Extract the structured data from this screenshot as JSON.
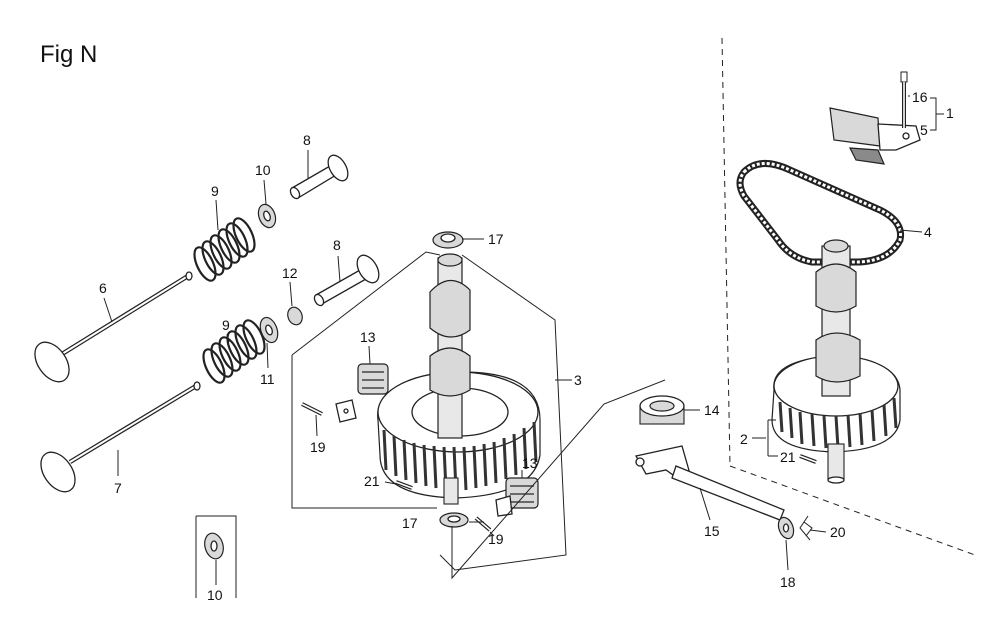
{
  "figure": {
    "title": "Fig N",
    "callouts": {
      "p1": "1",
      "p2": "2",
      "p3": "3",
      "p4": "4",
      "p5": "5",
      "p6": "6",
      "p7": "7",
      "p8a": "8",
      "p8b": "8",
      "p9a": "9",
      "p9b": "9",
      "p10a": "10",
      "p10b": "10",
      "p11": "11",
      "p12": "12",
      "p13a": "13",
      "p13b": "13",
      "p14": "14",
      "p15": "15",
      "p16": "16",
      "p17a": "17",
      "p17b": "17",
      "p18": "18",
      "p19a": "19",
      "p19b": "19",
      "p20": "20",
      "p21a": "21",
      "p21b": "21"
    }
  }
}
